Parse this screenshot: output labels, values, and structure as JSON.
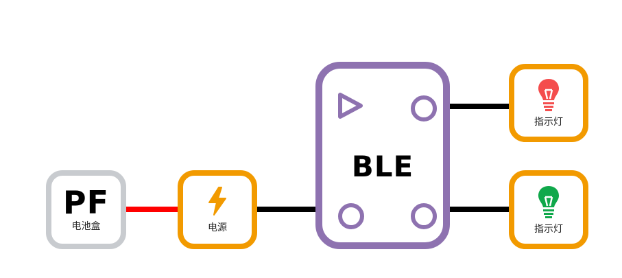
{
  "nodes": {
    "battery_box": {
      "title": "PF",
      "label": "电池盒"
    },
    "power": {
      "label": "电源",
      "icon": "lightning-icon"
    },
    "ble": {
      "title": "BLE"
    },
    "lamp_red": {
      "label": "指示灯",
      "icon": "bulb-icon",
      "color": "#f44d4d"
    },
    "lamp_green": {
      "label": "指示灯",
      "icon": "bulb-icon",
      "color": "#10a84b"
    }
  },
  "colors": {
    "orange": "#f29a00",
    "gray": "#c8cbcf",
    "purple": "#8e72b0",
    "red_wire": "#ff0000",
    "black_wire": "#000000"
  }
}
